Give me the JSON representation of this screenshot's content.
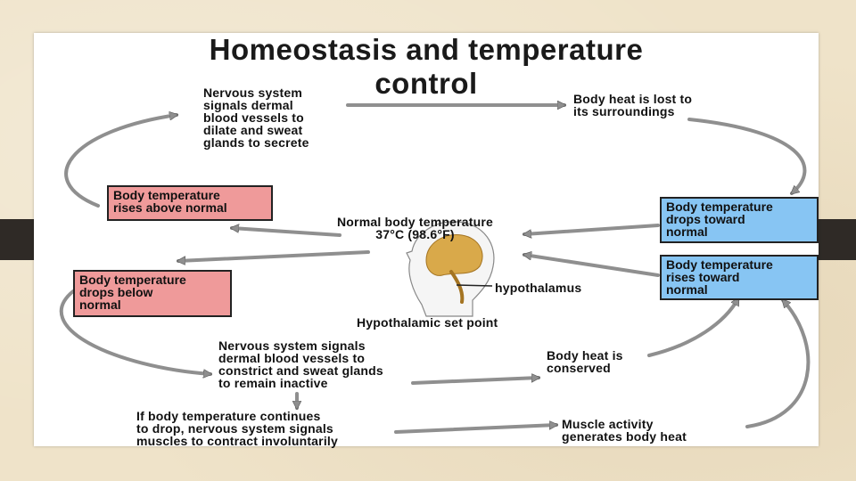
{
  "title_line1": "Homeostasis and temperature",
  "title_line2": "control",
  "texts": {
    "nervous_dilate": [
      "Nervous system",
      "signals dermal",
      "blood vessels to",
      "dilate and sweat",
      "glands to secrete"
    ],
    "heat_lost": [
      "Body heat is lost to",
      "its surroundings"
    ],
    "rises_above": [
      "Body temperature",
      "rises above normal"
    ],
    "drops_toward": [
      "Body temperature",
      "drops toward",
      "normal"
    ],
    "normal_temp": [
      "Normal body temperature",
      "37°C (98.6°F)"
    ],
    "rises_toward": [
      "Body temperature",
      "rises toward",
      "normal"
    ],
    "drops_below": [
      "Body temperature",
      "drops below",
      "normal"
    ],
    "hypothalamus": "hypothalamus",
    "set_point": "Hypothalamic set point",
    "nervous_constrict": [
      "Nervous system signals",
      "dermal blood vessels to",
      "constrict and sweat glands",
      "to remain inactive"
    ],
    "heat_conserved": [
      "Body heat is",
      "conserved"
    ],
    "if_continues": [
      "If body temperature continues",
      "to drop, nervous system signals",
      "muscles to contract involuntarily"
    ],
    "muscle_activity": [
      "Muscle activity",
      "generates body heat"
    ]
  },
  "colors": {
    "increase_box": "#ef9a9a",
    "decrease_box": "#87c5f3",
    "arrow": "#9a9a9a",
    "brain": "#d9a94a"
  }
}
